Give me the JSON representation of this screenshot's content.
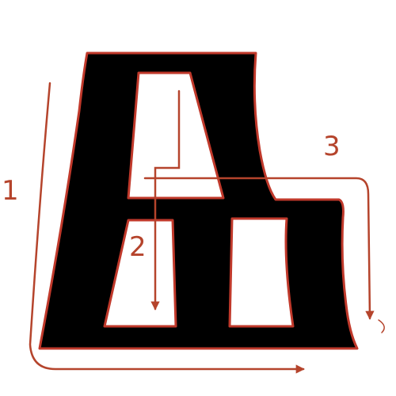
{
  "diagram": {
    "glyph_name": "stroke-order-glyph",
    "strokes": [
      {
        "number": "1"
      },
      {
        "number": "2"
      },
      {
        "number": "3"
      }
    ]
  },
  "colors": {
    "glyph_fill": "#000000",
    "glyph_outline": "#c0392b",
    "arrow": "#b5442c",
    "label": "#b5442c",
    "background": "#ffffff"
  }
}
